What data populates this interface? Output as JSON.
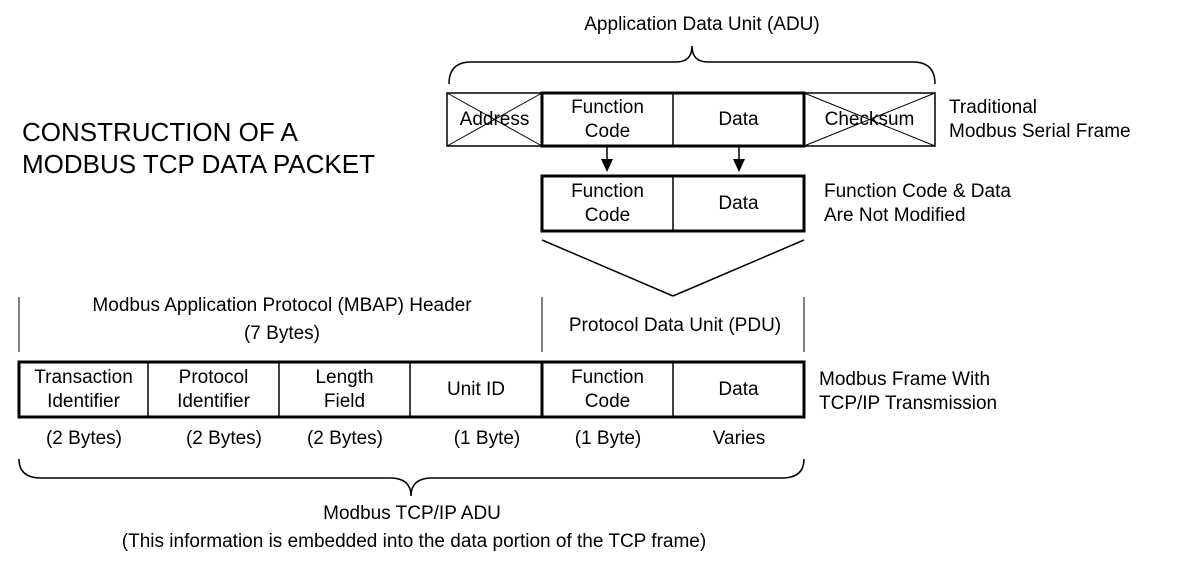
{
  "title": {
    "line1": "CONSTRUCTION OF A",
    "line2": "MODBUS TCP DATA PACKET"
  },
  "adu_label": "Application Data Unit (ADU)",
  "serial_frame": {
    "address": "Address",
    "function_code": {
      "line1": "Function",
      "line2": "Code"
    },
    "data": "Data",
    "checksum": "Checksum",
    "caption": {
      "line1": "Traditional",
      "line2": "Modbus Serial Frame"
    }
  },
  "pdu_frame": {
    "function_code": {
      "line1": "Function",
      "line2": "Code"
    },
    "data": "Data",
    "caption": {
      "line1": "Function Code & Data",
      "line2": "Are Not Modified"
    }
  },
  "mbap_header": {
    "line1": "Modbus Application Protocol (MBAP) Header",
    "line2": "(7 Bytes)"
  },
  "pdu_label": "Protocol Data Unit (PDU)",
  "tcp_frame": {
    "cells": [
      {
        "line1": "Transaction",
        "line2": "Identifier",
        "size": "(2 Bytes)"
      },
      {
        "line1": "Protocol",
        "line2": "Identifier",
        "size": "(2 Bytes)"
      },
      {
        "line1": "Length",
        "line2": "Field",
        "size": "(2 Bytes)"
      },
      {
        "line1": "Unit ID",
        "line2": "",
        "size": "(1 Byte)"
      },
      {
        "line1": "Function",
        "line2": "Code",
        "size": "(1 Byte)"
      },
      {
        "line1": "Data",
        "line2": "",
        "size": "Varies"
      }
    ],
    "caption": {
      "line1": "Modbus Frame With",
      "line2": "TCP/IP Transmission"
    }
  },
  "tcp_adu": {
    "line1": "Modbus TCP/IP ADU",
    "line2": "(This information is embedded into the data portion of the TCP frame)"
  }
}
